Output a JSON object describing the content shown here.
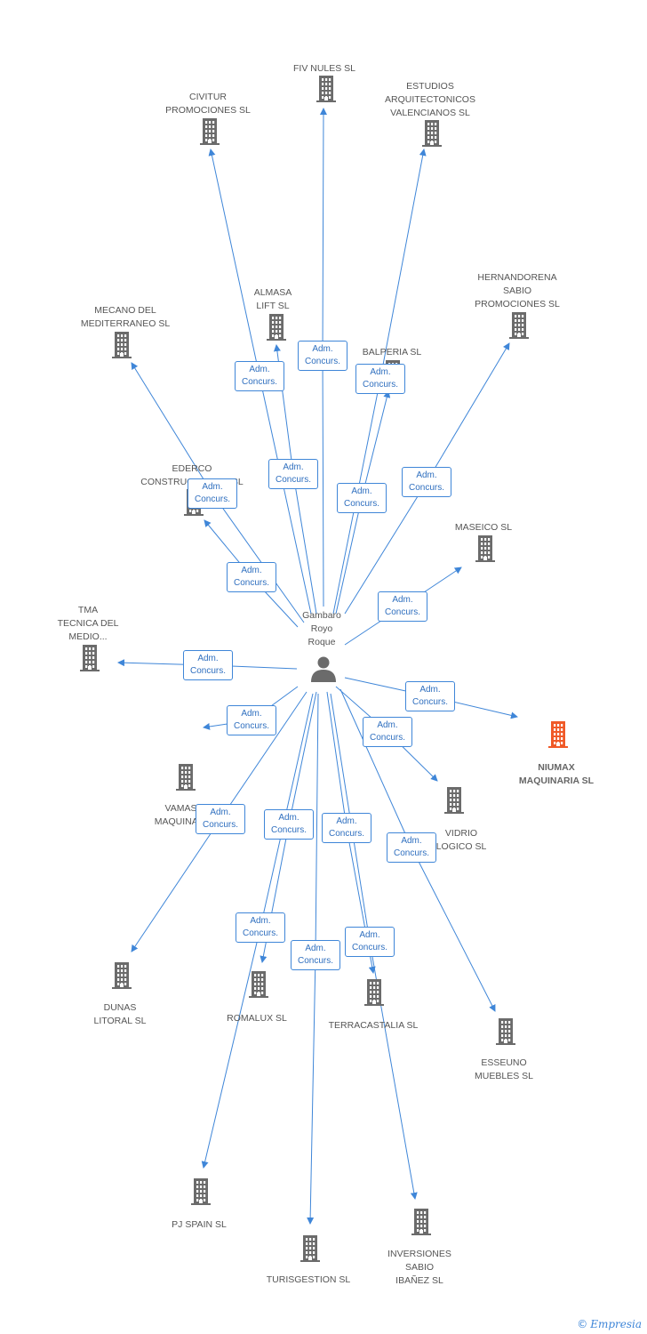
{
  "diagram": {
    "center": {
      "label": "Gambaro\nRoyo\nRoque",
      "icon": "person-icon"
    },
    "edge_label": "Adm.\nConcurs.",
    "colors": {
      "edge": "#3f86d8",
      "node": "#6b6b6b",
      "highlight": "#f05a28"
    },
    "nodes": [
      {
        "id": "fiv-nules",
        "label": "FIV NULES SL"
      },
      {
        "id": "civitur",
        "label": "CIVITUR\nPROMOCIONES SL"
      },
      {
        "id": "estudios",
        "label": "ESTUDIOS\nARQUITECTONICOS\nVALENCIANOS SL"
      },
      {
        "id": "hernandorena",
        "label": "HERNANDORENA\nSABIO\nPROMOCIONES SL"
      },
      {
        "id": "mecano",
        "label": "MECANO DEL\nMEDITERRANEO SL"
      },
      {
        "id": "almasa",
        "label": "ALMASA\nLIFT SL"
      },
      {
        "id": "balperia",
        "label": "BALPERIA SL"
      },
      {
        "id": "ederco",
        "label": "EDERCO\nCONSTRUCCIONES SL"
      },
      {
        "id": "maseico",
        "label": "MASEICO SL"
      },
      {
        "id": "tma",
        "label": "TMA\nTECNICA DEL\nMEDIO..."
      },
      {
        "id": "niumax",
        "label": "NIUMAX\nMAQUINARIA SL",
        "highlight": true
      },
      {
        "id": "vamasa",
        "label": "VAMASA\nMAQUINARIA"
      },
      {
        "id": "vidrio",
        "label": "VIDRIO\nLOGICO SL"
      },
      {
        "id": "dunas",
        "label": "DUNAS\nLITORAL SL"
      },
      {
        "id": "romalux",
        "label": "ROMALUX SL"
      },
      {
        "id": "terracastalia",
        "label": "TERRACASTALIA SL"
      },
      {
        "id": "esseuno",
        "label": "ESSEUNO\nMUEBLES SL"
      },
      {
        "id": "pjspain",
        "label": "PJ SPAIN  SL"
      },
      {
        "id": "turisgestion",
        "label": "TURISGESTION SL"
      },
      {
        "id": "inversiones",
        "label": "INVERSIONES\nSABIO\nIBAÑEZ SL"
      }
    ]
  },
  "credit": {
    "symbol": "©",
    "brand": "Empresia"
  }
}
